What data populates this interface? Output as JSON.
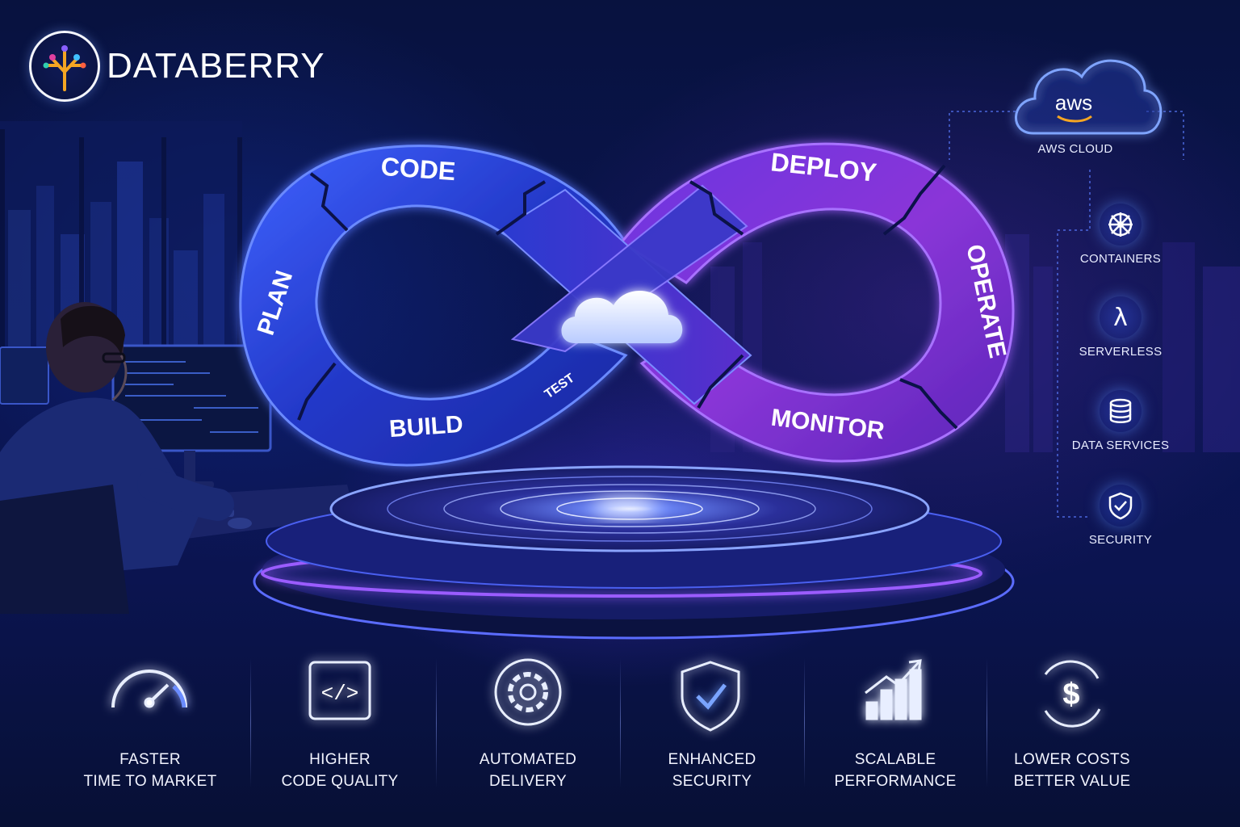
{
  "brand": {
    "name": "DATABERRY"
  },
  "devops_loop": {
    "stages": {
      "plan": "PLAN",
      "code": "CODE",
      "build": "BUILD",
      "test": "TEST",
      "deploy": "DEPLOY",
      "operate": "OPERATE",
      "monitor": "MONITOR"
    }
  },
  "services": {
    "cloud": {
      "logo_text": "aws",
      "label": "AWS CLOUD",
      "icon": "cloud-icon"
    },
    "items": [
      {
        "label": "CONTAINERS",
        "icon": "kubernetes-helm-icon"
      },
      {
        "label": "SERVERLESS",
        "icon": "lambda-icon"
      },
      {
        "label": "DATA SERVICES",
        "icon": "database-icon"
      },
      {
        "label": "SECURITY",
        "icon": "shield-check-icon"
      }
    ]
  },
  "benefits": [
    {
      "line1": "FASTER",
      "line2": "TIME TO MARKET",
      "icon": "speedometer-icon"
    },
    {
      "line1": "HIGHER",
      "line2": "CODE QUALITY",
      "icon": "code-icon"
    },
    {
      "line1": "AUTOMATED",
      "line2": "DELIVERY",
      "icon": "gear-icon"
    },
    {
      "line1": "ENHANCED",
      "line2": "SECURITY",
      "icon": "shield-check-icon"
    },
    {
      "line1": "SCALABLE",
      "line2": "PERFORMANCE",
      "icon": "growth-chart-icon"
    },
    {
      "line1": "LOWER COSTS",
      "line2": "BETTER VALUE",
      "icon": "dollar-cycle-icon"
    }
  ],
  "colors": {
    "background": "#0a1552",
    "loop_left": "#2a3fe0",
    "loop_right": "#7a2fd6",
    "accent_glow": "#5a8cff"
  }
}
